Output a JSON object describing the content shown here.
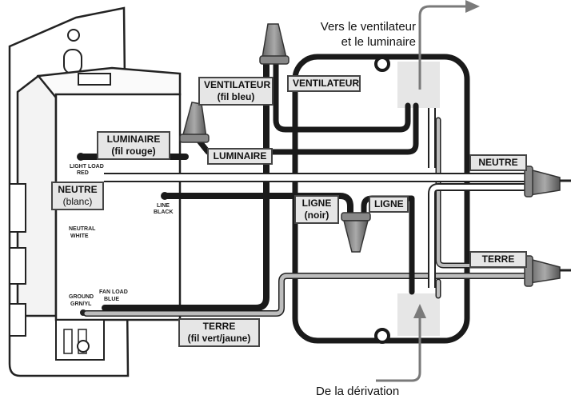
{
  "callouts": {
    "luminaire_rouge": {
      "line1": "LUMINAIRE",
      "line2": "(fil rouge)"
    },
    "ventilateur_bleu": {
      "line1": "VENTILATEUR",
      "line2": "(fil bleu)"
    },
    "ventilateur_box": "VENTILATEUR",
    "luminaire_box": "LUMINAIRE",
    "neutre_blanc": {
      "line1": "NEUTRE",
      "line2": "(blanc)"
    },
    "ligne_noir": {
      "line1": "LIGNE",
      "line2": "(noir)"
    },
    "ligne_box": "LIGNE",
    "neutre_right": "NEUTRE",
    "terre_right": "TERRE",
    "terre_vert": {
      "line1": "TERRE",
      "line2": "(fil vert/jaune)"
    }
  },
  "annotations": {
    "top_right": {
      "line1": "Vers le ventilateur",
      "line2": "et le luminaire"
    },
    "bottom": "De la dérivation"
  },
  "device_labels": {
    "light_load": "LIGHT LOAD",
    "red": "RED",
    "line": "LINE",
    "black": "BLACK",
    "neutral": "NEUTRAL",
    "white": "WHITE",
    "ground": "GROUND",
    "grn_yl": "GRN/YL",
    "fan_load": "FAN LOAD",
    "blue": "BLUE"
  },
  "colors": {
    "black_wire": "#1a1a1a",
    "white_wire": "#ffffff",
    "ground_wire": "#b8b8b8",
    "arrow": "#7a7a7a",
    "label_bg": "#e6e6e6"
  }
}
